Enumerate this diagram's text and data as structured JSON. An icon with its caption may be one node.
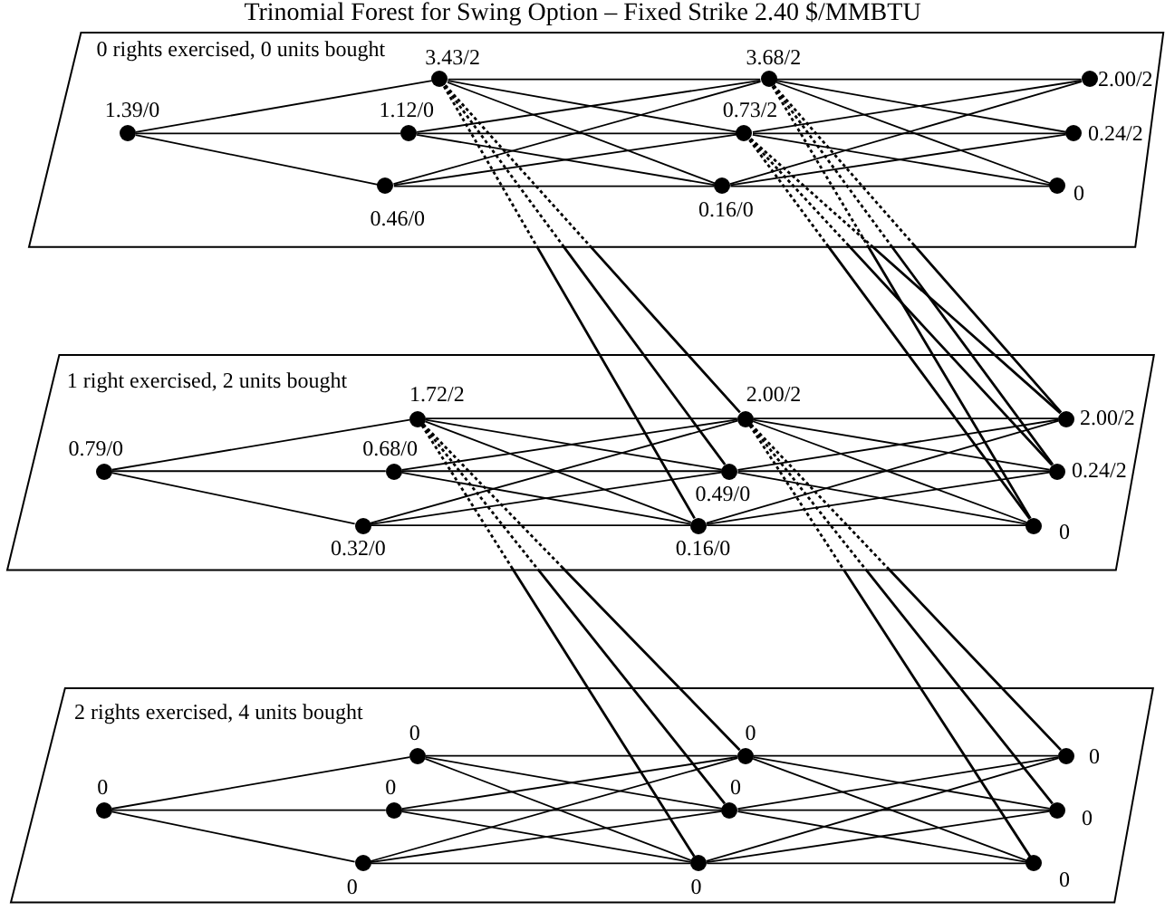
{
  "diagram": {
    "title": "Trinomial Forest for Swing Option – Fixed Strike 2.40 $/MMBTU",
    "nodes": [
      {
        "text": [
          "0 rights exercised, 0 units bought"
        ]
      },
      {
        "text": [
          "1.39/0"
        ],
        "in": 0
      },
      {
        "text": [
          "3.43/2"
        ],
        "in": 0
      },
      {
        "text": [
          "1.12/0"
        ],
        "in": 0
      },
      {
        "text": [
          "0.46/0"
        ],
        "in": 0
      },
      {
        "text": [
          "3.68/2"
        ],
        "in": 0
      },
      {
        "text": [
          "0.73/2"
        ],
        "in": 0
      },
      {
        "text": [
          "0.16/0"
        ],
        "in": 0
      },
      {
        "text": [
          "2.00/2"
        ],
        "in": 0
      },
      {
        "text": [
          "0.24/2"
        ],
        "in": 0
      },
      {
        "text": [
          "0"
        ],
        "in": 0
      },
      {
        "text": [
          "1 right exercised, 2 units bought"
        ]
      },
      {
        "text": [
          "0.79/0"
        ],
        "in": 11
      },
      {
        "text": [
          "1.72/2"
        ],
        "in": 11
      },
      {
        "text": [
          "0.68/0"
        ],
        "in": 11
      },
      {
        "text": [
          "0.32/0"
        ],
        "in": 11
      },
      {
        "text": [
          "2.00/2"
        ],
        "in": 11
      },
      {
        "text": [
          "0.49/0"
        ],
        "in": 11
      },
      {
        "text": [
          "0.16/0"
        ],
        "in": 11
      },
      {
        "text": [
          "2.00/2"
        ],
        "in": 11
      },
      {
        "text": [
          "0.24/2"
        ],
        "in": 11
      },
      {
        "text": [
          "0"
        ],
        "in": 11
      },
      {
        "text": [
          "2 rights exercised, 4 units bought"
        ]
      },
      {
        "text": [
          "0"
        ],
        "in": 22
      },
      {
        "text": [
          "0"
        ],
        "in": 22
      },
      {
        "text": [
          "0"
        ],
        "in": 22
      },
      {
        "text": [
          "0"
        ],
        "in": 22
      },
      {
        "text": [
          "0"
        ],
        "in": 22
      },
      {
        "text": [
          "0"
        ],
        "in": 22
      },
      {
        "text": [
          "0"
        ],
        "in": 22
      },
      {
        "text": [
          "0"
        ],
        "in": 22
      },
      {
        "text": [
          "0"
        ],
        "in": 22
      },
      {
        "text": [
          "0"
        ],
        "in": 22
      }
    ],
    "edges": [
      {
        "from": 1,
        "to": 2,
        "arrow": "none"
      },
      {
        "from": 1,
        "to": 3,
        "arrow": "none"
      },
      {
        "from": 1,
        "to": 4,
        "arrow": "none"
      },
      {
        "from": 2,
        "to": 5,
        "arrow": "none"
      },
      {
        "from": 2,
        "to": 6,
        "arrow": "none"
      },
      {
        "from": 2,
        "to": 7,
        "arrow": "none"
      },
      {
        "from": 3,
        "to": 5,
        "arrow": "none"
      },
      {
        "from": 3,
        "to": 6,
        "arrow": "none"
      },
      {
        "from": 3,
        "to": 7,
        "arrow": "none"
      },
      {
        "from": 4,
        "to": 5,
        "arrow": "none"
      },
      {
        "from": 4,
        "to": 6,
        "arrow": "none"
      },
      {
        "from": 4,
        "to": 7,
        "arrow": "none"
      },
      {
        "from": 5,
        "to": 8,
        "arrow": "none"
      },
      {
        "from": 5,
        "to": 9,
        "arrow": "none"
      },
      {
        "from": 5,
        "to": 10,
        "arrow": "none"
      },
      {
        "from": 6,
        "to": 8,
        "arrow": "none"
      },
      {
        "from": 6,
        "to": 9,
        "arrow": "none"
      },
      {
        "from": 6,
        "to": 10,
        "arrow": "none"
      },
      {
        "from": 7,
        "to": 8,
        "arrow": "none"
      },
      {
        "from": 7,
        "to": 9,
        "arrow": "none"
      },
      {
        "from": 7,
        "to": 10,
        "arrow": "none"
      },
      {
        "from": 12,
        "to": 13,
        "arrow": "none"
      },
      {
        "from": 12,
        "to": 14,
        "arrow": "none"
      },
      {
        "from": 12,
        "to": 15,
        "arrow": "none"
      },
      {
        "from": 13,
        "to": 16,
        "arrow": "none"
      },
      {
        "from": 13,
        "to": 17,
        "arrow": "none"
      },
      {
        "from": 13,
        "to": 18,
        "arrow": "none"
      },
      {
        "from": 14,
        "to": 16,
        "arrow": "none"
      },
      {
        "from": 14,
        "to": 17,
        "arrow": "none"
      },
      {
        "from": 14,
        "to": 18,
        "arrow": "none"
      },
      {
        "from": 15,
        "to": 16,
        "arrow": "none"
      },
      {
        "from": 15,
        "to": 17,
        "arrow": "none"
      },
      {
        "from": 15,
        "to": 18,
        "arrow": "none"
      },
      {
        "from": 16,
        "to": 19,
        "arrow": "none"
      },
      {
        "from": 16,
        "to": 20,
        "arrow": "none"
      },
      {
        "from": 16,
        "to": 21,
        "arrow": "none"
      },
      {
        "from": 17,
        "to": 19,
        "arrow": "none"
      },
      {
        "from": 17,
        "to": 20,
        "arrow": "none"
      },
      {
        "from": 17,
        "to": 21,
        "arrow": "none"
      },
      {
        "from": 18,
        "to": 19,
        "arrow": "none"
      },
      {
        "from": 18,
        "to": 20,
        "arrow": "none"
      },
      {
        "from": 18,
        "to": 21,
        "arrow": "none"
      },
      {
        "from": 23,
        "to": 24,
        "arrow": "none"
      },
      {
        "from": 23,
        "to": 25,
        "arrow": "none"
      },
      {
        "from": 23,
        "to": 26,
        "arrow": "none"
      },
      {
        "from": 24,
        "to": 27,
        "arrow": "none"
      },
      {
        "from": 24,
        "to": 28,
        "arrow": "none"
      },
      {
        "from": 24,
        "to": 29,
        "arrow": "none"
      },
      {
        "from": 25,
        "to": 27,
        "arrow": "none"
      },
      {
        "from": 25,
        "to": 28,
        "arrow": "none"
      },
      {
        "from": 25,
        "to": 29,
        "arrow": "none"
      },
      {
        "from": 26,
        "to": 27,
        "arrow": "none"
      },
      {
        "from": 26,
        "to": 28,
        "arrow": "none"
      },
      {
        "from": 26,
        "to": 29,
        "arrow": "none"
      },
      {
        "from": 27,
        "to": 30,
        "arrow": "none"
      },
      {
        "from": 27,
        "to": 31,
        "arrow": "none"
      },
      {
        "from": 27,
        "to": 32,
        "arrow": "none"
      },
      {
        "from": 28,
        "to": 30,
        "arrow": "none"
      },
      {
        "from": 28,
        "to": 31,
        "arrow": "none"
      },
      {
        "from": 28,
        "to": 32,
        "arrow": "none"
      },
      {
        "from": 29,
        "to": 30,
        "arrow": "none"
      },
      {
        "from": 29,
        "to": 31,
        "arrow": "none"
      },
      {
        "from": 29,
        "to": 32,
        "arrow": "none"
      },
      {
        "from": 2,
        "to": 16,
        "arrow": "none",
        "style": "dashed"
      },
      {
        "from": 2,
        "to": 17,
        "arrow": "none",
        "style": "dashed"
      },
      {
        "from": 2,
        "to": 18,
        "arrow": "none",
        "style": "dashed"
      },
      {
        "from": 5,
        "to": 19,
        "arrow": "none",
        "style": "dashed"
      },
      {
        "from": 5,
        "to": 20,
        "arrow": "none",
        "style": "dashed"
      },
      {
        "from": 5,
        "to": 21,
        "arrow": "none",
        "style": "dashed"
      },
      {
        "from": 6,
        "to": 19,
        "arrow": "none",
        "style": "dashed"
      },
      {
        "from": 6,
        "to": 20,
        "arrow": "none",
        "style": "dashed"
      },
      {
        "from": 6,
        "to": 21,
        "arrow": "none",
        "style": "dashed"
      },
      {
        "from": 13,
        "to": 27,
        "arrow": "none",
        "style": "dashed"
      },
      {
        "from": 13,
        "to": 28,
        "arrow": "none",
        "style": "dashed"
      },
      {
        "from": 13,
        "to": 29,
        "arrow": "none",
        "style": "dashed"
      },
      {
        "from": 16,
        "to": 30,
        "arrow": "none",
        "style": "dashed"
      },
      {
        "from": 16,
        "to": 31,
        "arrow": "none",
        "style": "dashed"
      },
      {
        "from": 16,
        "to": 32,
        "arrow": "none",
        "style": "dashed"
      }
    ]
  }
}
